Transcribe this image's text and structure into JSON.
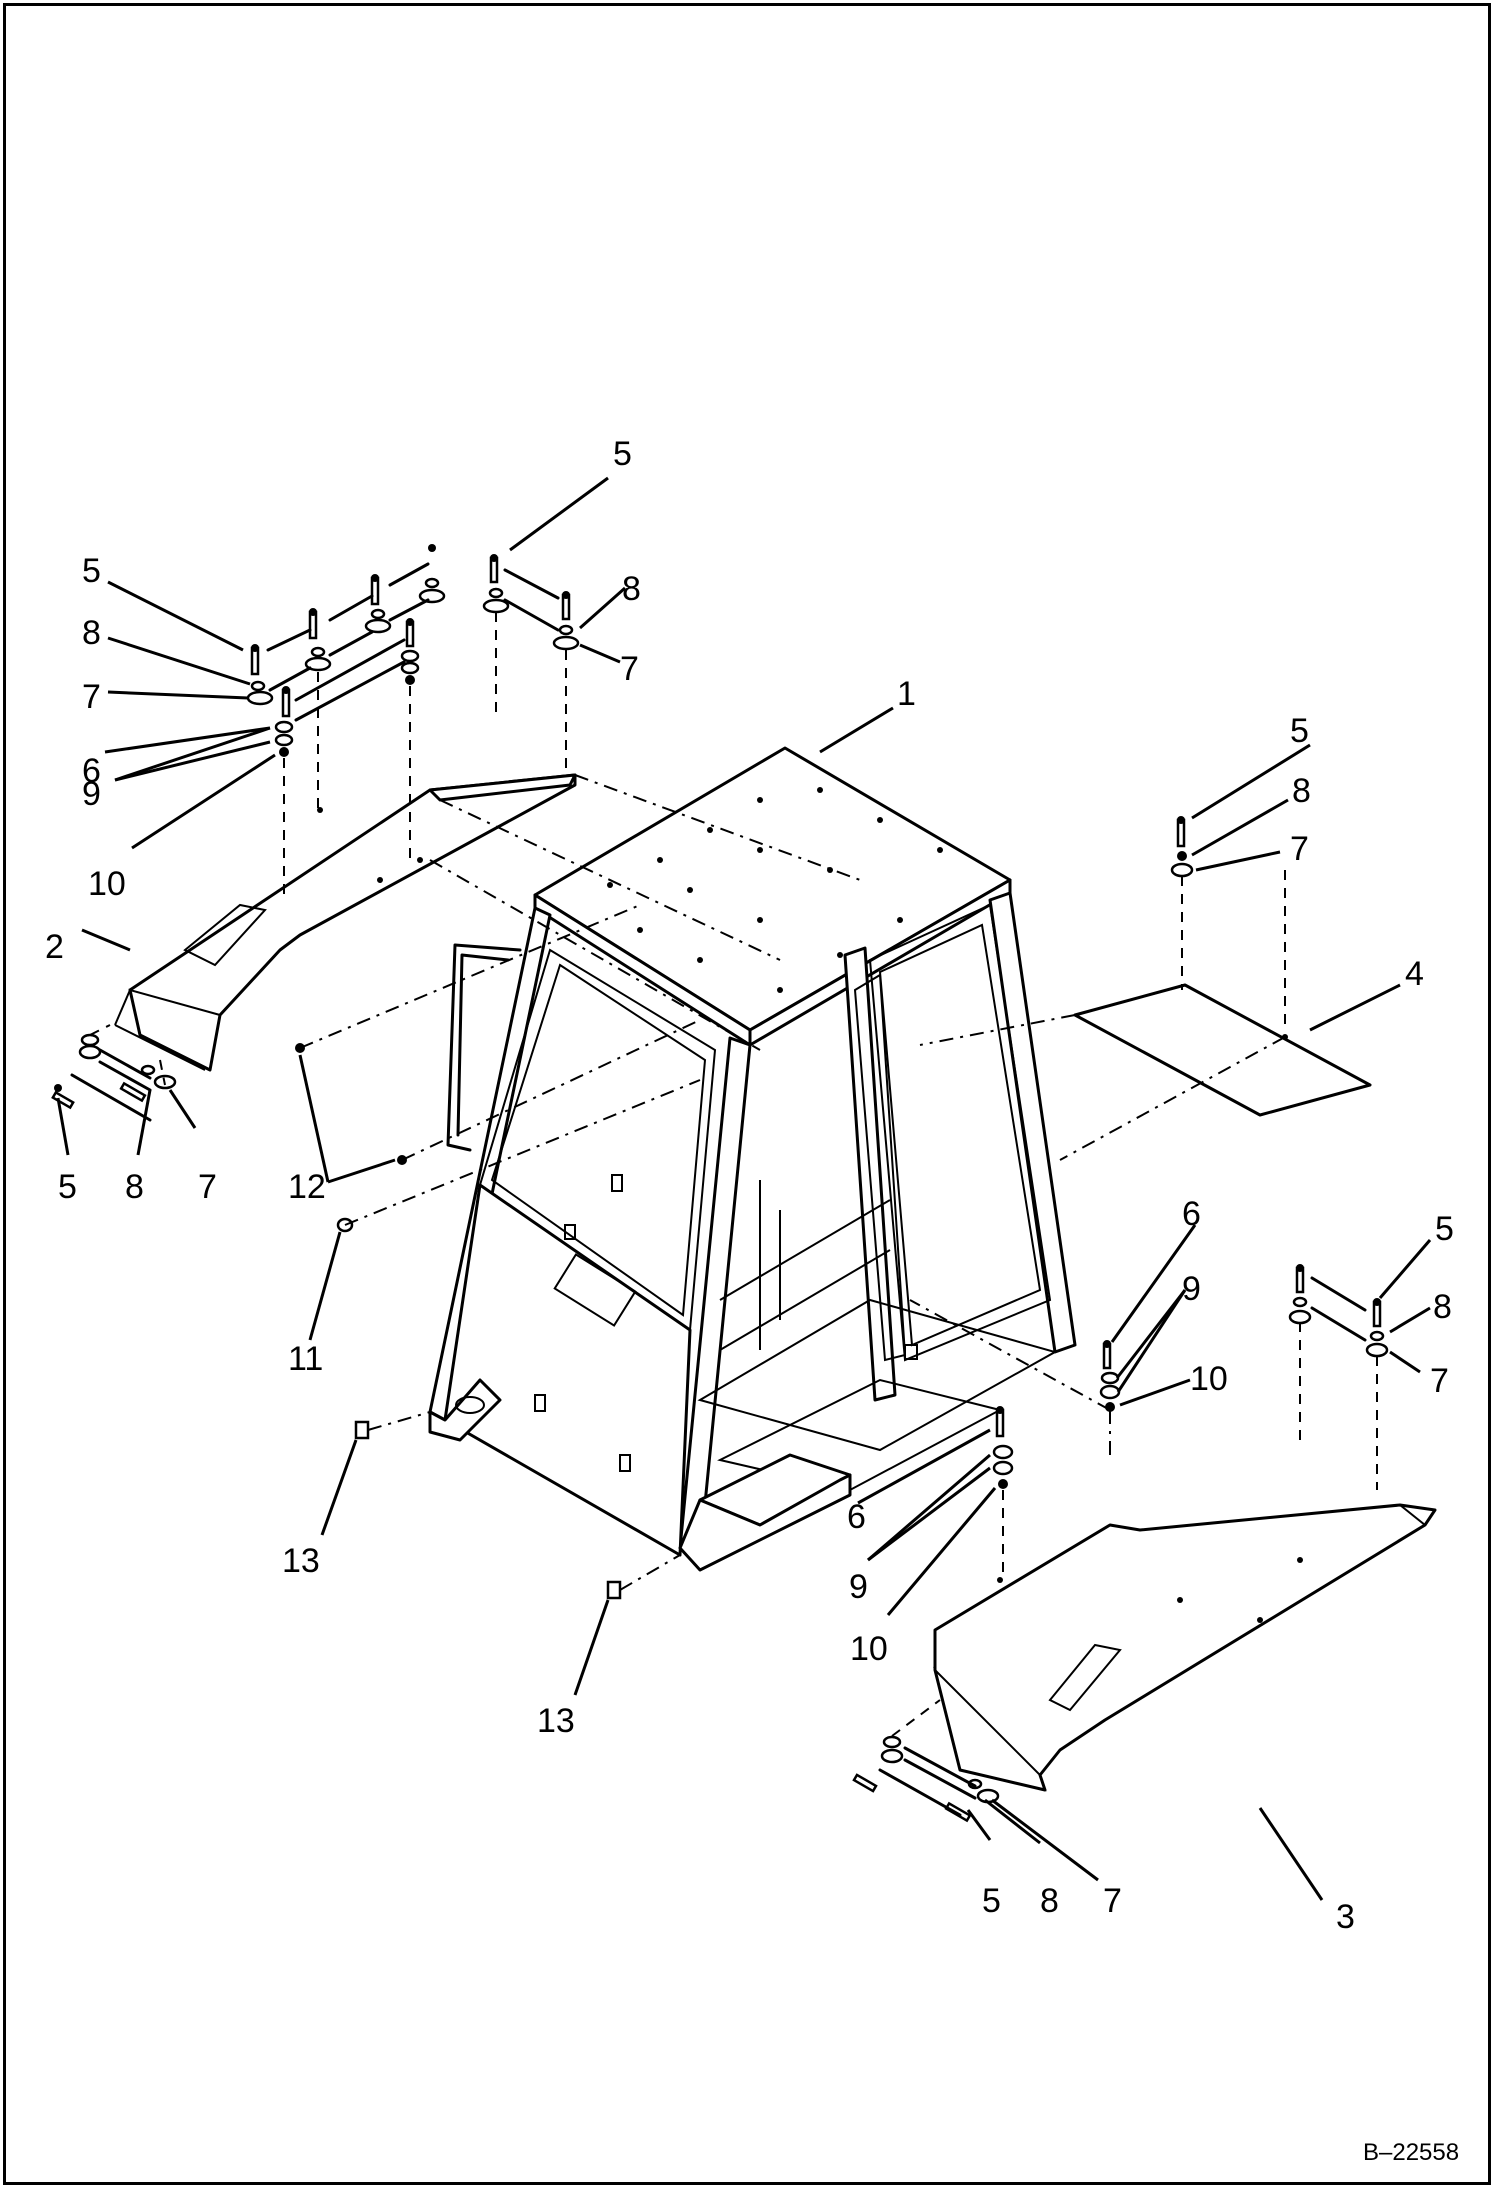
{
  "drawing": {
    "id_code": "B–22558"
  },
  "callouts": [
    {
      "key": "c1",
      "text": "1"
    },
    {
      "key": "c2",
      "text": "2"
    },
    {
      "key": "c3",
      "text": "3"
    },
    {
      "key": "c4",
      "text": "4"
    },
    {
      "key": "c5a",
      "text": "5"
    },
    {
      "key": "c5b",
      "text": "5"
    },
    {
      "key": "c5c",
      "text": "5"
    },
    {
      "key": "c5d",
      "text": "5"
    },
    {
      "key": "c5e",
      "text": "5"
    },
    {
      "key": "c5f",
      "text": "5"
    },
    {
      "key": "c6a",
      "text": "6"
    },
    {
      "key": "c6b",
      "text": "6"
    },
    {
      "key": "c6c",
      "text": "6"
    },
    {
      "key": "c7a",
      "text": "7"
    },
    {
      "key": "c7b",
      "text": "7"
    },
    {
      "key": "c7c",
      "text": "7"
    },
    {
      "key": "c7d",
      "text": "7"
    },
    {
      "key": "c7e",
      "text": "7"
    },
    {
      "key": "c7f",
      "text": "7"
    },
    {
      "key": "c8a",
      "text": "8"
    },
    {
      "key": "c8b",
      "text": "8"
    },
    {
      "key": "c8c",
      "text": "8"
    },
    {
      "key": "c8d",
      "text": "8"
    },
    {
      "key": "c8e",
      "text": "8"
    },
    {
      "key": "c8f",
      "text": "8"
    },
    {
      "key": "c9a",
      "text": "9"
    },
    {
      "key": "c9b",
      "text": "9"
    },
    {
      "key": "c9c",
      "text": "9"
    },
    {
      "key": "c10a",
      "text": "10"
    },
    {
      "key": "c10b",
      "text": "10"
    },
    {
      "key": "c10c",
      "text": "10"
    },
    {
      "key": "c11",
      "text": "11"
    },
    {
      "key": "c12",
      "text": "12"
    },
    {
      "key": "c13a",
      "text": "13"
    },
    {
      "key": "c13b",
      "text": "13"
    }
  ]
}
